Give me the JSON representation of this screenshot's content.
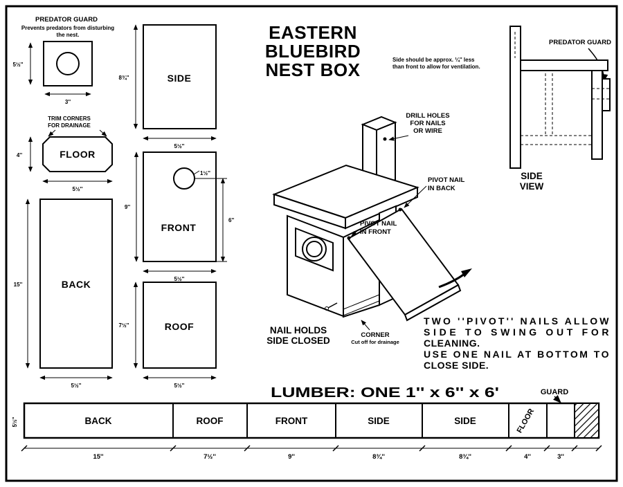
{
  "meta": {
    "paper_color": "#ffffff",
    "ink_color": "#000000"
  },
  "title": {
    "l1": "EASTERN",
    "l2": "BLUEBIRD",
    "l3": "NEST BOX"
  },
  "parts": {
    "predator_guard": {
      "label": "PREDATOR GUARD",
      "note1": "Prevents predators from disturbing",
      "note2": "the nest.",
      "dim_h": "5½''",
      "dim_w": "3''"
    },
    "floor": {
      "note1": "TRIM CORNERS",
      "note2": "FOR DRAINAGE",
      "label": "FLOOR",
      "dim_h": "4''",
      "dim_w": "5½''"
    },
    "back": {
      "label": "BACK",
      "dim_h": "15''",
      "dim_w": "5½''"
    },
    "side": {
      "label": "SIDE",
      "dim_h": "8¾''",
      "dim_w": "5½''"
    },
    "front": {
      "label": "FRONT",
      "dim_h": "9''",
      "dim_w": "5½''",
      "hole_dia": "1½''",
      "hole_height": "6''"
    },
    "roof": {
      "label": "ROOF",
      "dim_h": "7½''",
      "dim_w": "5½''"
    }
  },
  "assembly": {
    "drill1": "DRILL HOLES",
    "drill2": "FOR NAILS",
    "drill3": "OR WIRE",
    "pivot_back1": "PIVOT NAIL",
    "pivot_back2": "IN BACK",
    "pivot_front1": "PIVOT NAIL",
    "pivot_front2": "IN FRONT",
    "nail1": "NAIL HOLDS",
    "nail2": "SIDE CLOSED",
    "corner": "CORNER",
    "corner_note": "Cut off for drainage"
  },
  "side_view": {
    "note1": "Side should be approx. ¼'' less",
    "note2": "than front to allow for ventilation.",
    "guard": "PREDATOR GUARD",
    "label1": "SIDE",
    "label2": "VIEW"
  },
  "pivot_note": {
    "l1": "TWO ''PIVOT'' NAILS ALLOW",
    "l2": "SIDE TO SWING OUT FOR",
    "l3": "CLEANING.",
    "l4": "USE ONE NAIL AT BOTTOM TO",
    "l5": "CLOSE SIDE."
  },
  "lumber": {
    "heading": "LUMBER: ONE 1'' x 6'' x 6'",
    "guard_label": "GUARD",
    "height_dim": "5½''",
    "segments": [
      {
        "label": "BACK",
        "dim": "15''"
      },
      {
        "label": "ROOF",
        "dim": "7½''"
      },
      {
        "label": "FRONT",
        "dim": "9''"
      },
      {
        "label": "SIDE",
        "dim": "8¾''"
      },
      {
        "label": "SIDE",
        "dim": "8¾''"
      },
      {
        "label": "FLOOR",
        "dim": "4''"
      },
      {
        "label": "",
        "dim": "3''"
      },
      {
        "label": "",
        "dim": "",
        "hatched": true
      }
    ]
  }
}
